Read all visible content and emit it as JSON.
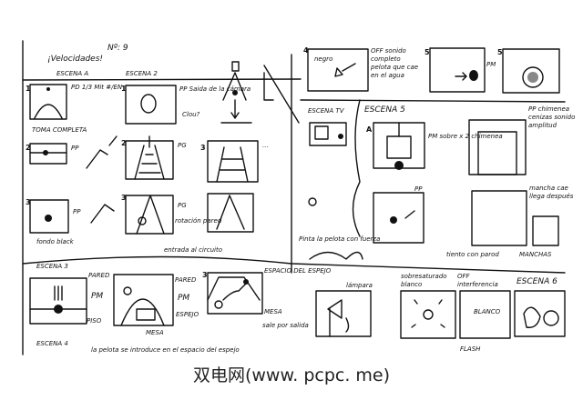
{
  "header": {
    "title": "¡Velocidades!",
    "page": "Nº: 9"
  },
  "scenes": {
    "a": "ESCENA A",
    "s2": "ESCENA 2",
    "tv": "ESCENA TV",
    "s5": "ESCENA 5",
    "s3": "ESCENA 3",
    "s4": "ESCENA 4",
    "s6": "ESCENA 6"
  },
  "notes": {
    "a1": "PD 1/3 Mit #/EN",
    "a1b": "TOMA COMPLETA",
    "a2": "PP",
    "a3": "PP",
    "a3b": "fondo black",
    "s2_1": "PP Saida de la cámara",
    "s2_1b": "Clou?",
    "s2_2": "PG",
    "s2_3": "PG",
    "s2_3b": "rotación pared",
    "s2_note": "entrada al circuito",
    "top_off": "OFF sonido completo pelota que cae en el agua",
    "top_negro": "negro",
    "top_pm": "PM",
    "tv_note": "Pinta la pelota con fuerza",
    "s5_pm": "PM sobre x 2 chimenea",
    "s5_pp": "PP chimenea cenizas sonido amplitud",
    "s5_pp2": "PP",
    "s5_b1": "tiento con parod",
    "s5_b2": "mancha cae llega después",
    "s5_manchas": "MANCHAS",
    "s3_pared": "PARED",
    "s3_pm": "PM",
    "s3_piso": "PISO",
    "s3_2": "PARED",
    "s3_espejo": "ESPEJO",
    "s3_mesa": "MESA",
    "s3_3": "ESPACIO DEL ESPEJO",
    "s3_caption": "la pelota se introduce en el espacio del espejo",
    "s3_mesa2": "MESA",
    "s3_sale": "sale por salida",
    "r_sub": "sobresaturado blanco",
    "r_off": "OFF interferencia",
    "r_blanco": "BLANCO",
    "r_flash": "FLASH",
    "r_lampara": "lámpara"
  },
  "watermark": "双电网(www. pcpc. me)"
}
